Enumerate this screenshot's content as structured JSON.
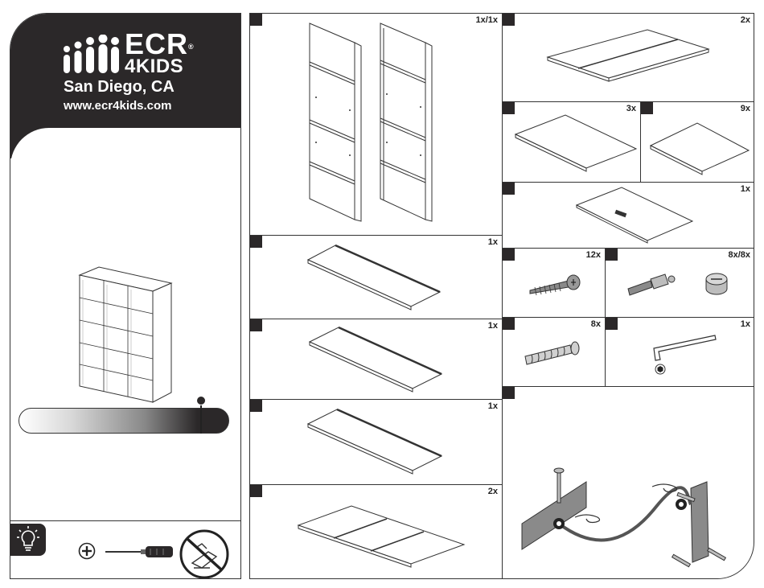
{
  "brand": {
    "name": "ECR",
    "trademark": "®",
    "sub_brand": "4KIDS",
    "city": "San Diego, CA",
    "website": "www.ecr4kids.com"
  },
  "colors": {
    "dark": "#2b2829",
    "line": "#333333",
    "panel_fill": "#ffffff",
    "part_gray": "#8a8a8a"
  },
  "tools": {
    "items": [
      {
        "icon": "lightbulb-icon"
      },
      {
        "icon": "phillips-plus-icon"
      },
      {
        "icon": "screwdriver-icon"
      },
      {
        "icon": "no-power-drill-icon"
      }
    ]
  },
  "parts": [
    {
      "qty": "1x/1x",
      "icon": "side-panels-pair"
    },
    {
      "qty": "2x",
      "icon": "top-panel-split"
    },
    {
      "qty": "3x",
      "icon": "shelf-panel"
    },
    {
      "qty": "9x",
      "icon": "small-shelf"
    },
    {
      "qty": "1x",
      "icon": "back-panel-label"
    },
    {
      "qty": "1x",
      "icon": "long-board-a"
    },
    {
      "qty": "12x",
      "icon": "screw"
    },
    {
      "qty": "8x/8x",
      "icon": "cam-bolt-and-lock"
    },
    {
      "qty": "1x",
      "icon": "long-board-b"
    },
    {
      "qty": "8x",
      "icon": "wall-anchor"
    },
    {
      "qty": "1x",
      "icon": "allen-key"
    },
    {
      "qty": "1x",
      "icon": "long-board-c"
    },
    {
      "qty": "",
      "icon": "anti-tip-kit"
    },
    {
      "qty": "2x",
      "icon": "bottom-panel-split"
    }
  ]
}
